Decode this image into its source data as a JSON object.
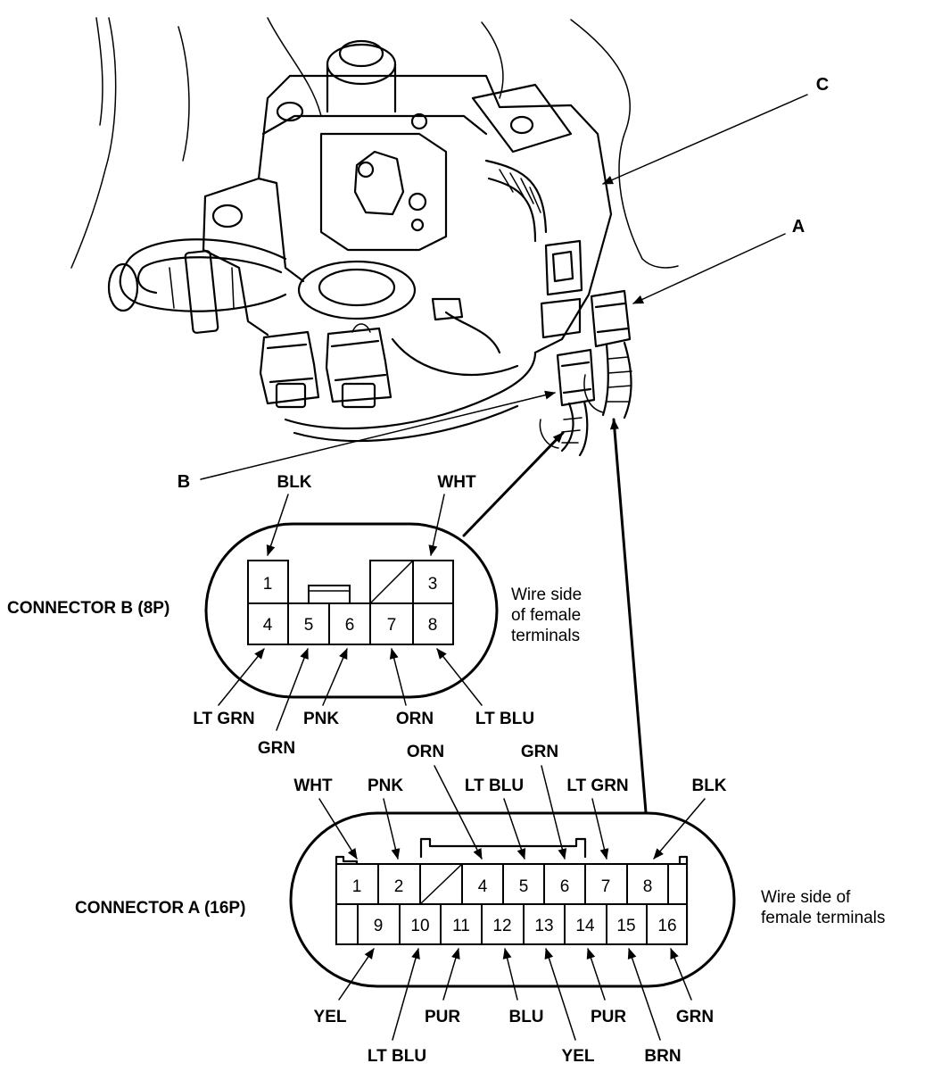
{
  "callouts": {
    "a": "A",
    "b": "B",
    "c": "C"
  },
  "connector_b": {
    "title": "CONNECTOR B (8P)",
    "side_note": [
      "Wire side",
      "of female",
      "terminals"
    ],
    "top_cells": [
      "1",
      "3"
    ],
    "bottom_cells": [
      "4",
      "5",
      "6",
      "7",
      "8"
    ],
    "wires": [
      {
        "key": "t1",
        "label": "BLK"
      },
      {
        "key": "t3",
        "label": "WHT"
      },
      {
        "key": "t4",
        "label": "LT GRN"
      },
      {
        "key": "t5",
        "label": "GRN"
      },
      {
        "key": "t6",
        "label": "PNK"
      },
      {
        "key": "t7",
        "label": "ORN"
      },
      {
        "key": "t8",
        "label": "LT BLU"
      }
    ]
  },
  "connector_a": {
    "title": "CONNECTOR A (16P)",
    "side_note": [
      "Wire side of",
      "female terminals"
    ],
    "top_cells": [
      "1",
      "2",
      "4",
      "5",
      "6",
      "7",
      "8"
    ],
    "bottom_cells": [
      "9",
      "10",
      "11",
      "12",
      "13",
      "14",
      "15",
      "16"
    ],
    "wires": [
      {
        "key": "t1",
        "label": "WHT"
      },
      {
        "key": "t2",
        "label": "PNK"
      },
      {
        "key": "t4",
        "label": "ORN"
      },
      {
        "key": "t5",
        "label": "LT BLU"
      },
      {
        "key": "t6",
        "label": "GRN"
      },
      {
        "key": "t7",
        "label": "LT GRN"
      },
      {
        "key": "t8",
        "label": "BLK"
      },
      {
        "key": "t9",
        "label": "YEL"
      },
      {
        "key": "t10",
        "label": "LT BLU"
      },
      {
        "key": "t11",
        "label": "PUR"
      },
      {
        "key": "t12",
        "label": "BLU"
      },
      {
        "key": "t13",
        "label": "YEL"
      },
      {
        "key": "t14",
        "label": "PUR"
      },
      {
        "key": "t15",
        "label": "BRN"
      },
      {
        "key": "t16",
        "label": "GRN"
      }
    ]
  }
}
